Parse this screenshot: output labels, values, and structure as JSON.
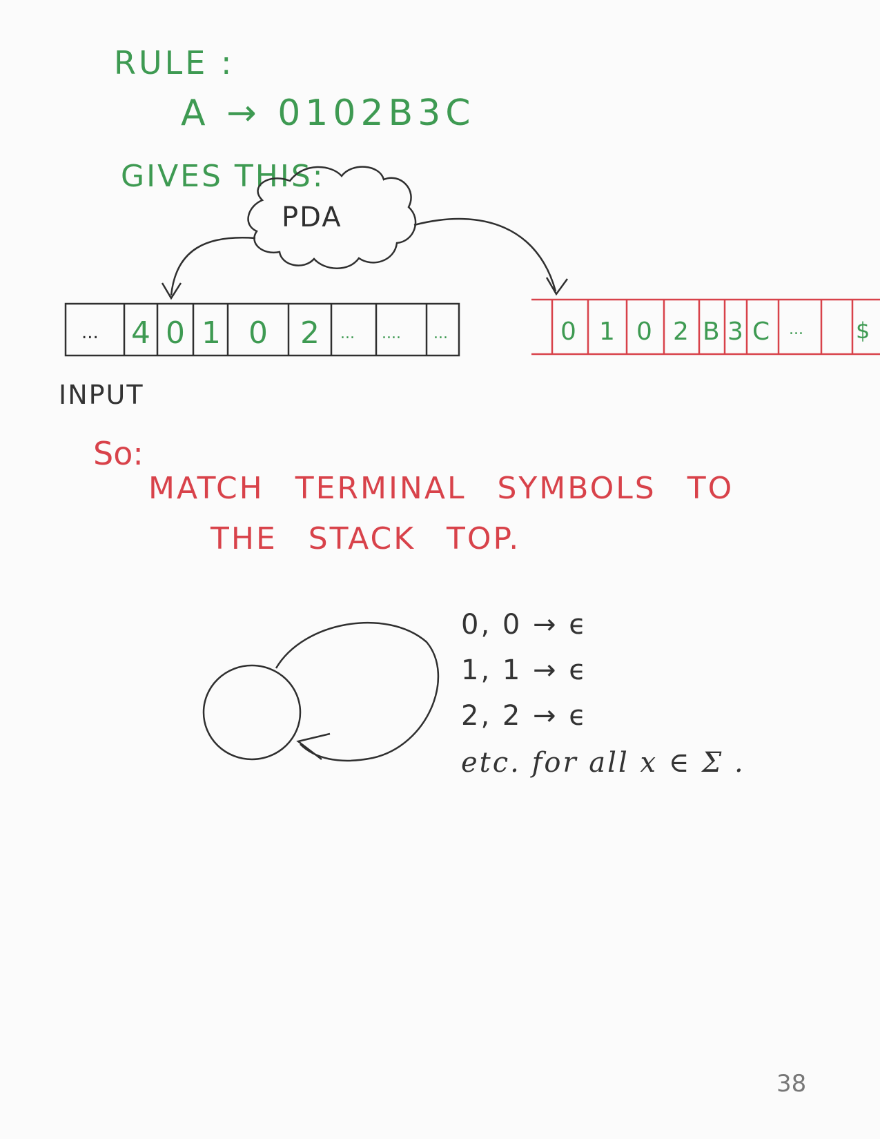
{
  "rule_heading": "RULE :",
  "rule": "A → 0102B3C",
  "gives_heading": "GIVES THIS:",
  "pda_label": "PDA",
  "input_label": "INPUT",
  "input_tape": [
    "...",
    "4",
    "0",
    "1",
    "0",
    "2",
    "...",
    "....",
    "..."
  ],
  "stack_tape": [
    "0",
    "1",
    "0",
    "2",
    "B",
    "3",
    "C",
    "...",
    "$"
  ],
  "so_heading": "So:",
  "match_line_1": "MATCH TERMINAL SYMBOLS TO",
  "match_line_2": "THE STACK TOP.",
  "transitions": [
    "0, 0 → ϵ",
    "1, 1 → ϵ",
    "2, 2 → ϵ",
    "etc. for all x ∈ Σ ."
  ],
  "page_number": "38",
  "colors": {
    "green": "#3e9a52",
    "red": "#d8424a",
    "ink": "#333333"
  }
}
